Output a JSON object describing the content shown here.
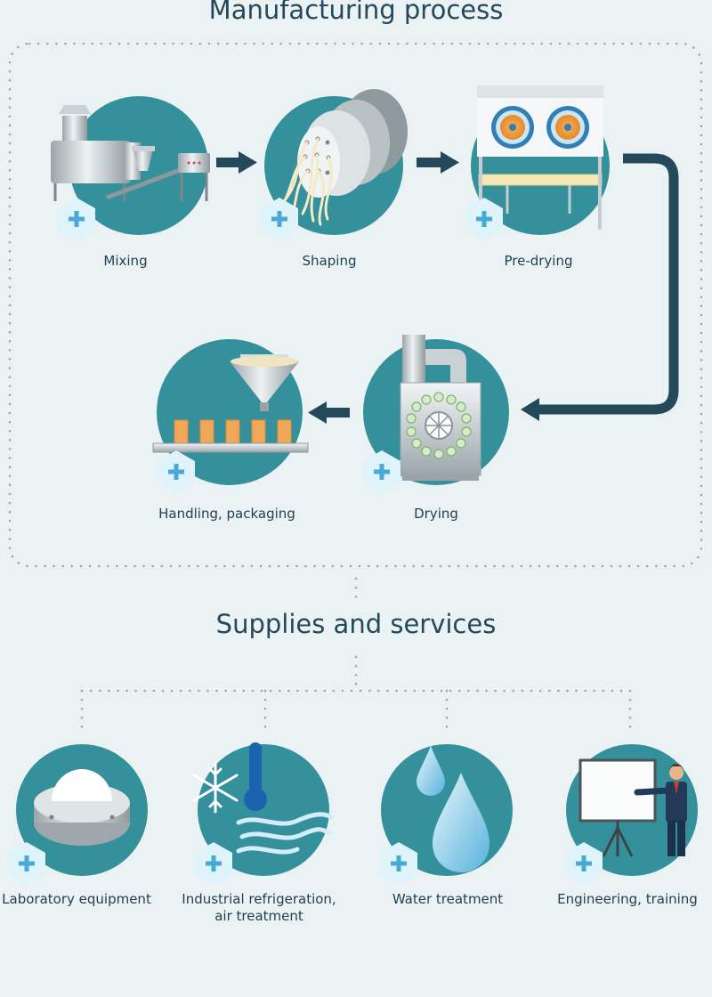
{
  "manufacturing": {
    "title": "Manufacturing process",
    "steps": [
      {
        "label": "Mixing"
      },
      {
        "label": "Shaping"
      },
      {
        "label": "Pre-drying"
      },
      {
        "label": "Drying"
      },
      {
        "label": "Handling, packaging"
      }
    ]
  },
  "supplies": {
    "title": "Supplies and services",
    "items": [
      {
        "label": "Laboratory equipment"
      },
      {
        "label": "Industrial refrigeration,\nair treatment"
      },
      {
        "label": "Water treatment"
      },
      {
        "label": "Engineering, training"
      }
    ]
  },
  "colors": {
    "circle": "#34909a",
    "arrow": "#24495a",
    "hex": "#dff3fb",
    "plus": "#4aa9d6",
    "background": "#ebf2f4"
  },
  "icons": {
    "expand": "plus-hexagon-icon",
    "mixing": "mixing-machine-icon",
    "shaping": "extruder-icon",
    "predrying": "fan-dryer-icon",
    "drying": "drum-dryer-icon",
    "packaging": "filling-conveyor-icon",
    "lab": "lab-dome-icon",
    "refrigeration": "snowflake-thermometer-icon",
    "water": "water-drop-icon",
    "engineering": "presenter-board-icon"
  }
}
